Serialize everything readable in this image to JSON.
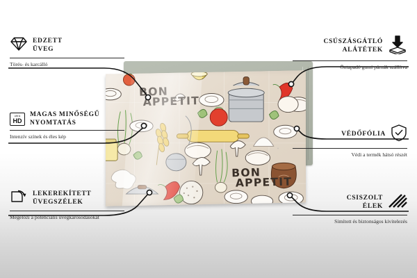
{
  "product": {
    "name": "glass-cutting-board",
    "board_texts": [
      {
        "line1": "Bon",
        "line2": "Appetit"
      },
      {
        "line1": "Bon",
        "line2": "Appetit"
      }
    ],
    "colors": {
      "board_base": "#e3d8c9",
      "backing_panel": "#aeb4a8",
      "ink": "#1a1a1a",
      "tomato": "#e2402e",
      "chili": "#e03127",
      "pot_grey": "#b9bcc0",
      "pot_brown": "#8a5332",
      "wheat": "#e8c24a",
      "rolling_pin": "#f3d979",
      "scallion_green": "#7bb661",
      "flour_white": "#f7f4ee"
    }
  },
  "features": {
    "left": [
      {
        "icon": "diamond-icon",
        "title": "EDZETT ÜVEG",
        "title_lines": [
          "EDZETT",
          "ÜVEG"
        ],
        "desc": "Törés- és karcálló"
      },
      {
        "icon": "ultra-hd-badge-icon",
        "badge_small": "ultra",
        "badge_large": "HD",
        "title": "MAGAS MINŐSÉGŰ NYOMTATÁS",
        "title_lines": [
          "MAGAS MINŐSÉGŰ",
          "NYOMTATÁS"
        ],
        "desc": "Intenzív színek és éles kép"
      },
      {
        "icon": "rounded-corner-icon",
        "title": "LEKEREKÍTETT ÜVEGSZÉLEK",
        "title_lines": [
          "LEKEREKÍTETT",
          "ÜVEGSZÉLEK"
        ],
        "desc": "Megelőzi a potenciális üvegkárosodásokat"
      }
    ],
    "right": [
      {
        "icon": "arrow-down-pad-icon",
        "title": "CSÚSZÁSGÁTLÓ ALÁTÉTEK",
        "title_lines": [
          "CSÚSZÁSGÁTLÓ",
          "ALÁTÉTEK"
        ],
        "desc": "Öntapadó gumi párnák szállítva"
      },
      {
        "icon": "shield-check-icon",
        "title": "VÉDŐFÓLIA",
        "title_lines": [
          "VÉDŐFÓLIA"
        ],
        "desc": "Védi a termék hátsó részét"
      },
      {
        "icon": "hatch-lines-icon",
        "title": "CSISZOLT ÉLEK",
        "title_lines": [
          "CSISZOLT",
          "ÉLEK"
        ],
        "desc": "Simított és biztonságos kivitelezés"
      }
    ]
  }
}
